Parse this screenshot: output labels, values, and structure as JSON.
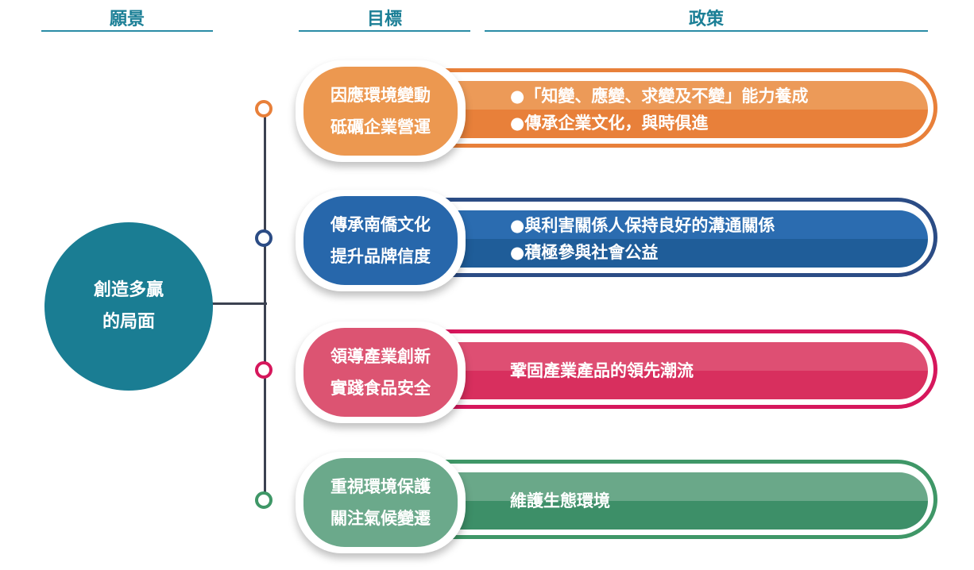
{
  "headers": {
    "vision": "願景",
    "goals": "目標",
    "policies": "政策"
  },
  "vision": {
    "line1": "創造多贏",
    "line2": "的局面"
  },
  "rows": [
    {
      "goal": [
        "因應環境變動",
        "砥礪企業營運"
      ],
      "policies": [
        "●「知變、應變、求變及不變」能力養成",
        "●傳承企業文化，與時俱進"
      ],
      "colors": {
        "main": "#e8803a",
        "light": "#ec9a58",
        "goal": "#ec9850"
      }
    },
    {
      "goal": [
        "傳承南僑文化",
        "提升品牌信度"
      ],
      "policies": [
        "●與利害關係人保持良好的溝通關係",
        "●積極參與社會公益"
      ],
      "colors": {
        "main": "#1f5d99",
        "light": "#2b6cb0",
        "goal": "#2767ab",
        "outline": "#2b4c85"
      }
    },
    {
      "goal": [
        "領導產業創新",
        "實踐食品安全"
      ],
      "policies": [
        "鞏固產業產品的領先潮流"
      ],
      "colors": {
        "main": "#d82f5e",
        "light": "#de4f73",
        "goal": "#dc5472",
        "outline": "#d6175c"
      }
    },
    {
      "goal": [
        "重視環境保護",
        "關注氣候變遷"
      ],
      "policies": [
        "維護生態環境"
      ],
      "colors": {
        "main": "#3d8f68",
        "light": "#6aa889",
        "goal": "#6ba98b",
        "outline": "#3f9767"
      }
    }
  ]
}
